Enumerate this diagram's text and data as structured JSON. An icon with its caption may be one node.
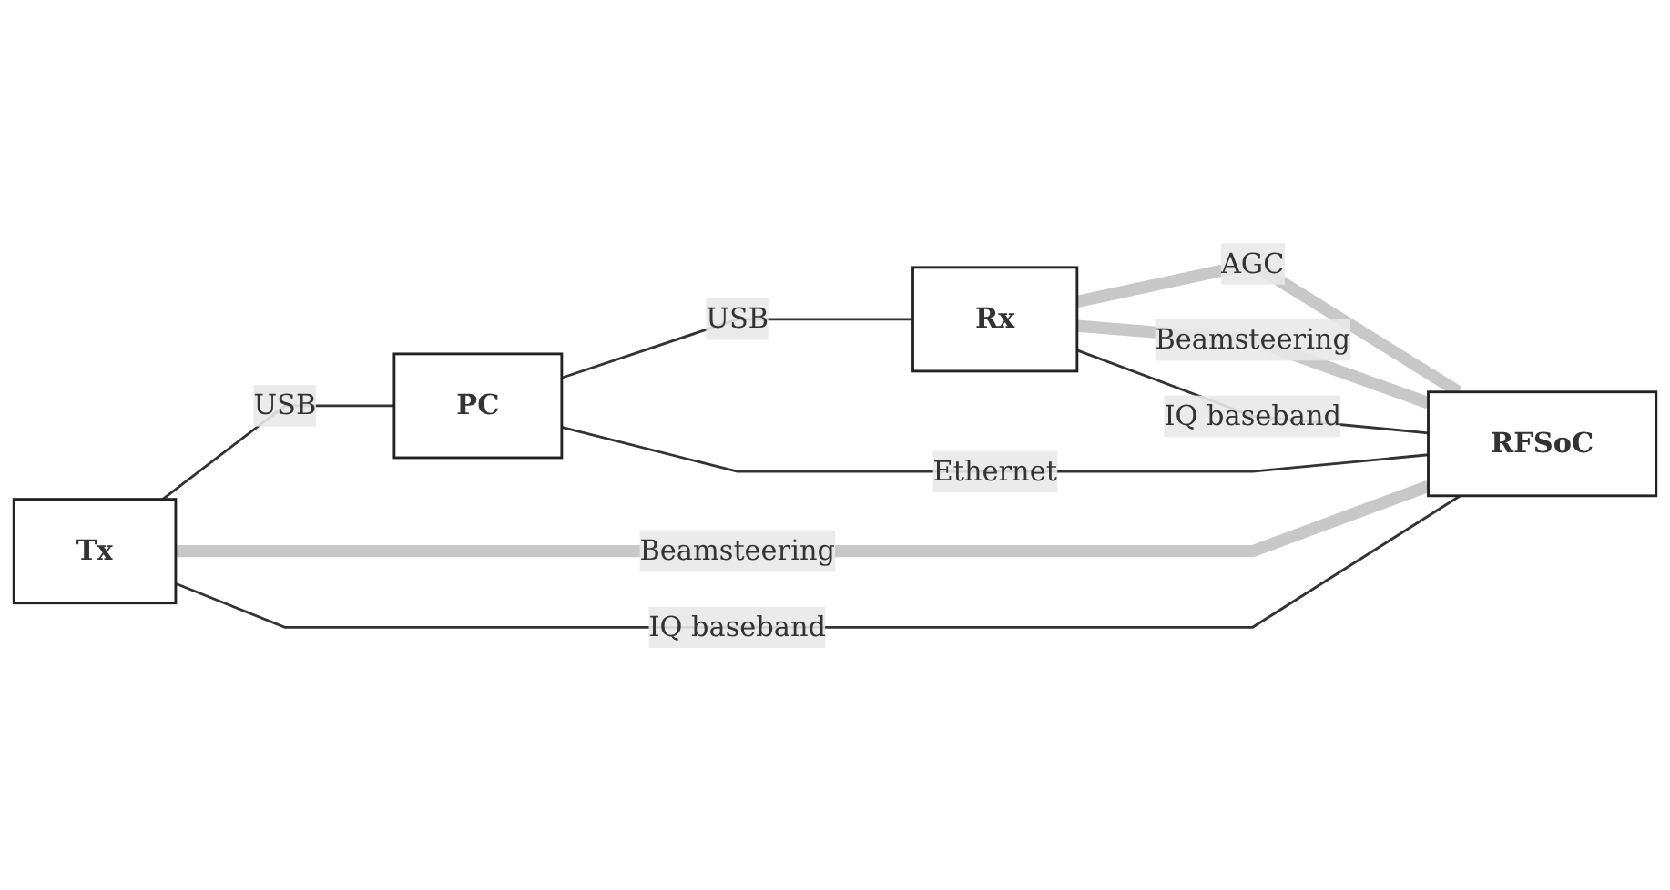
{
  "diagram": {
    "nodes": [
      {
        "text": [
          "Tx"
        ]
      },
      {
        "text": [
          "PC"
        ]
      },
      {
        "text": [
          "Rx"
        ]
      },
      {
        "text": [
          "RFSoC"
        ]
      }
    ],
    "edges": [
      {
        "from": 0,
        "to": 1,
        "arrow": "none",
        "label": "USB"
      },
      {
        "from": 1,
        "to": 2,
        "arrow": "none",
        "label": "USB"
      },
      {
        "from": 1,
        "to": 3,
        "arrow": "none",
        "label": "Ethernet"
      },
      {
        "from": 0,
        "to": 3,
        "arrow": "none",
        "label": "Beamsteering",
        "style": "thick",
        "color": "#c8c8c8"
      },
      {
        "from": 2,
        "to": 3,
        "arrow": "none",
        "label": "AGC",
        "style": "thick",
        "color": "#c8c8c8"
      },
      {
        "from": 2,
        "to": 3,
        "arrow": "none",
        "label": "Beamsteering",
        "style": "thick",
        "color": "#c8c8c8"
      },
      {
        "from": 0,
        "to": 3,
        "arrow": "none",
        "label": "IQ baseband"
      },
      {
        "from": 2,
        "to": 3,
        "arrow": "none",
        "label": "IQ baseband"
      }
    ]
  }
}
